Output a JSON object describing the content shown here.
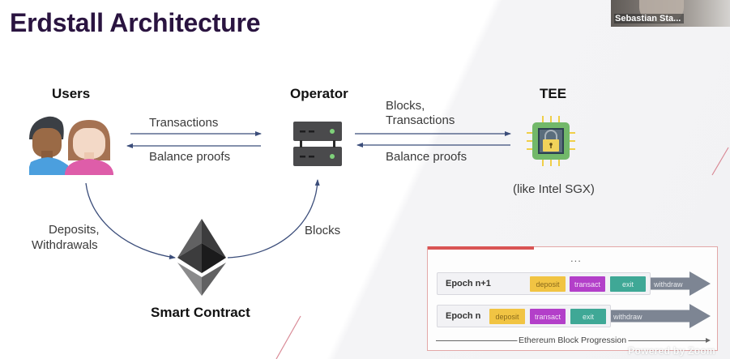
{
  "slide": {
    "title": "Erdstall Architecture"
  },
  "video_tile": {
    "participant_name": "Sebastian Sta..."
  },
  "nodes": {
    "users": {
      "label": "Users",
      "icon": "users-icon"
    },
    "operator": {
      "label": "Operator",
      "icon": "server-icon"
    },
    "tee": {
      "label": "TEE",
      "sublabel": "(like Intel SGX)",
      "icon": "secure-chip-icon"
    },
    "contract": {
      "label": "Smart Contract",
      "icon": "ethereum-icon"
    }
  },
  "edges": {
    "users_to_operator": "Transactions",
    "operator_to_users": "Balance proofs",
    "operator_to_tee_line1": "Blocks,",
    "operator_to_tee_line2": "Transactions",
    "tee_to_operator": "Balance proofs",
    "users_to_contract_line1": "Deposits,",
    "users_to_contract_line2": "Withdrawals",
    "contract_to_operator": "Blocks"
  },
  "epoch_diagram": {
    "ellipsis": "...",
    "rows": [
      {
        "name": "Epoch n+1",
        "phases": [
          "deposit",
          "transact",
          "exit"
        ],
        "trailing": "withdraw"
      },
      {
        "name": "Epoch n",
        "phases": [
          "deposit",
          "transact",
          "exit"
        ],
        "trailing": "withdraw"
      }
    ],
    "axis_label": "Ethereum Block Progression"
  },
  "colors": {
    "title": "#2a1440",
    "arrow": "#3b4d7a",
    "deposit": "#f1c443",
    "transact": "#b33fc9",
    "exit": "#3fa896",
    "withdraw": "#7d8593",
    "accent": "#d95454"
  },
  "watermark": "Powered by Zoom"
}
